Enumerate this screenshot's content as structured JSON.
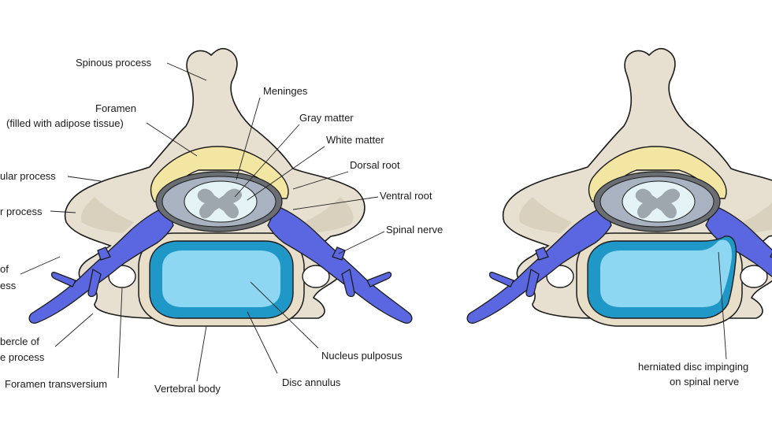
{
  "labels": {
    "spinous_process": "Spinous process",
    "foramen_line1": "Foramen",
    "foramen_line2": "(filled with adipose tissue)",
    "meninges": "Meninges",
    "gray_matter": "Gray matter",
    "white_matter": "White matter",
    "dorsal_root": "Dorsal root",
    "ventral_root": "Ventral root",
    "spinal_nerve": "Spinal nerve",
    "articular_process": "ular process",
    "transverse_process": "r process",
    "of_process_line1": "of",
    "of_process_line2": "ess",
    "tubercle_line1": "bercle of",
    "tubercle_line2": "e process",
    "foramen_transversium": "Foramen transversium",
    "vertebral_body": "Vertebral body",
    "disc_annulus": "Disc annulus",
    "nucleus_pulposus": "Nucleus pulposus",
    "herniated_line1": "herniated disc impinging",
    "herniated_line2": "on spinal nerve"
  },
  "colors": {
    "bone": "#e7dfcf",
    "adipose": "#f3e6a3",
    "nerve": "#5b67e0",
    "disc_outer": "#1f97c7",
    "disc_inner": "#8ed7f3",
    "white_matter": "#e4f4f6",
    "gray_matter": "#9fa7ae"
  }
}
